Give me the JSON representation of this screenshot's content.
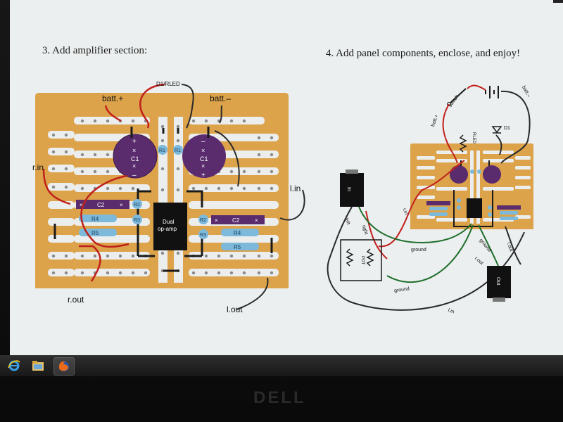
{
  "tutorial": {
    "step3_title": "3. Add amplifier section:",
    "step4_title": "4. Add panel components, enclose, and enjoy!"
  },
  "amp_diagram": {
    "batt_plus": "batt.+",
    "batt_minus": "batt.–",
    "d1_rled": "D1/RLED",
    "r_in": "r.in",
    "l_in": "l.in",
    "r_out": "r.out",
    "l_out": "l.out",
    "c1": "C1",
    "c2": "C2",
    "r1": "R1",
    "r2": "R2",
    "r3": "R3",
    "r4": "R4",
    "r5": "R5",
    "opamp_line1": "Dual",
    "opamp_line2": "op-amp",
    "plus": "+",
    "minus": "–",
    "cross": "×"
  },
  "enclose_diagram": {
    "batt_plus": "batt.+",
    "batt_minus": "batt.–",
    "switch": "switch",
    "rled": "RLED",
    "d1": "D1",
    "in_jack": "In",
    "out_jack": "Out",
    "pot": "POT",
    "left": "left",
    "right": "right",
    "ground": "ground",
    "r_in": "r.in",
    "r_out": "r.out",
    "l_out": "l.out",
    "l_in": "l.in"
  },
  "taskbar": {
    "items": [
      {
        "icon": "internet-explorer-icon"
      },
      {
        "icon": "file-explorer-icon"
      },
      {
        "icon": "firefox-icon"
      }
    ]
  },
  "bezel": {
    "brand": "DELL"
  },
  "colors": {
    "board": "#dca34b",
    "strip": "#eceeee",
    "capacitor": "#5a2c6e",
    "resistor": "#7cb9db",
    "wire_red": "#c0201b",
    "wire_green": "#1f6f2c",
    "wire_dark": "#2a2a2a"
  }
}
